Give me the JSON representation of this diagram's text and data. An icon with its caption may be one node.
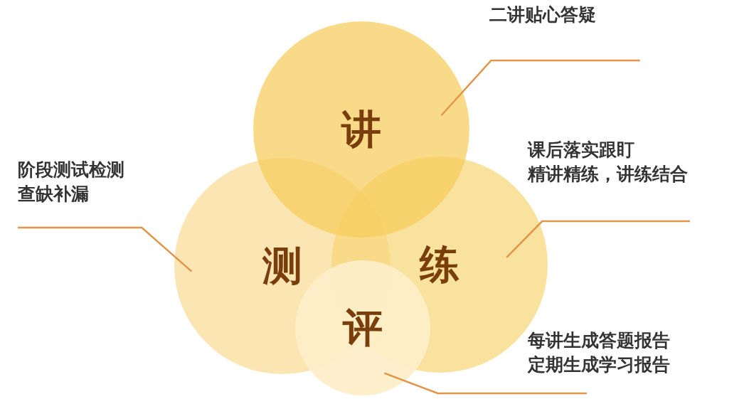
{
  "diagram": {
    "nodes": [
      {
        "text": [
          "二讲贴心答疑"
        ]
      },
      {
        "text": [
          "讲"
        ]
      },
      {
        "text": [
          "课后落实跟盯",
          "精讲精练，讲练结合"
        ]
      },
      {
        "text": [
          "阶段测试检测",
          "查缺补漏"
        ]
      },
      {
        "text": [
          "测"
        ]
      },
      {
        "text": [
          "练"
        ]
      },
      {
        "text": [
          "评"
        ]
      },
      {
        "text": [
          "每讲生成答题报告",
          "定期生成学习报告"
        ]
      }
    ],
    "edges": [
      {
        "from": 0,
        "to": 1,
        "arrow": "none"
      },
      {
        "from": 2,
        "to": 5,
        "arrow": "none"
      },
      {
        "from": 3,
        "to": 4,
        "arrow": "none"
      },
      {
        "from": 7,
        "to": 6,
        "arrow": "none"
      }
    ]
  }
}
